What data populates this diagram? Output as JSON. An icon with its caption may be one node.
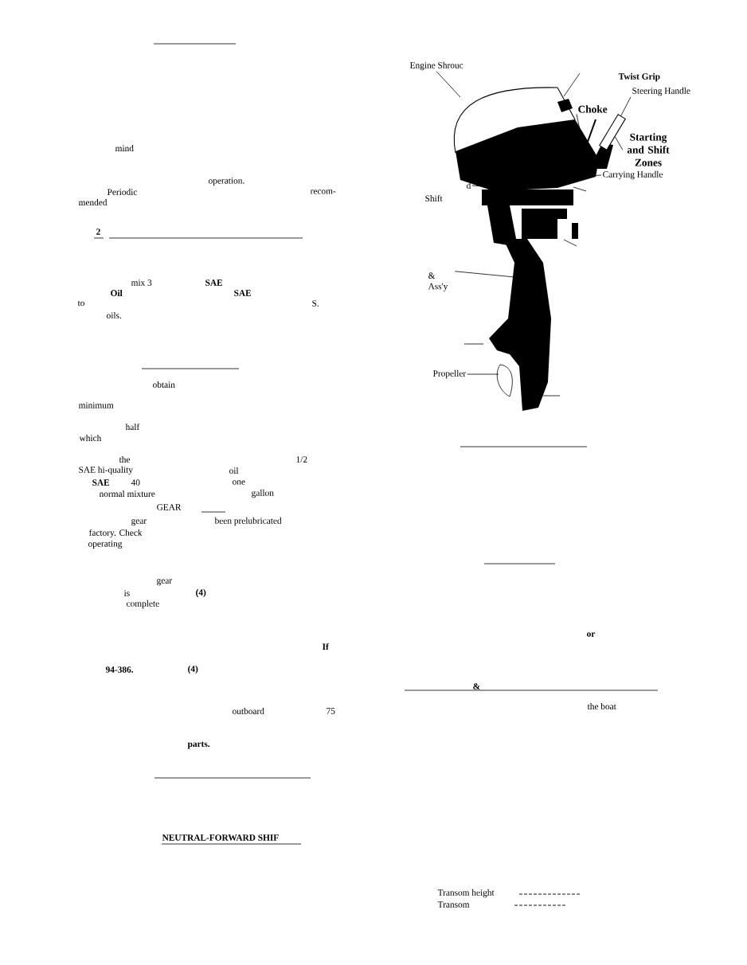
{
  "diagram": {
    "nodes": [
      {
        "text": [
          "Engine Shrouc"
        ]
      },
      {
        "text": [
          "Steering Handle"
        ]
      },
      {
        "text": [
          "Choke"
        ]
      },
      {
        "text": [
          "Starting and Shift Zones"
        ]
      },
      {
        "text": [
          "Carrying Handle"
        ]
      },
      {
        "text": [
          "d"
        ]
      },
      {
        "text": [
          "& Ass'y"
        ]
      },
      {
        "text": [
          "Propeller"
        ]
      },
      {
        "text": [],
        "shape": "picture"
      }
    ],
    "edges": [
      {
        "from": 0,
        "to": null,
        "arrow": "none"
      },
      {
        "from": 1,
        "to": 8,
        "arrow": "none"
      },
      {
        "from": 2,
        "to": null,
        "arrow": "none"
      },
      {
        "from": 3,
        "to": 8,
        "arrow": "none"
      },
      {
        "from": 4,
        "to": null,
        "arrow": "none"
      },
      {
        "from": 5,
        "to": null,
        "arrow": "none"
      },
      {
        "from": 6,
        "to": null,
        "arrow": "none"
      },
      {
        "from": 7,
        "to": null,
        "arrow": "none"
      }
    ],
    "labels": [
      "mind",
      "operation.",
      "Periodic",
      "recom-",
      "mended",
      "2",
      "mix 3",
      "SAE",
      "Oil",
      "SAE",
      "to",
      "S.",
      "oils.",
      "obtain",
      "minimum",
      "half",
      "which",
      "the",
      "1/2",
      "SAE hi-quality",
      "oil",
      "SAE",
      "40",
      "one",
      "normal mixture",
      "gallon",
      "GEAR",
      "gear",
      "been prelubricated",
      "factory. Check",
      "operating",
      "gear",
      "is",
      "(4)",
      "complete",
      "If",
      "94-386.",
      "(4)",
      "outboard",
      "75",
      "parts.",
      "NEUTRAL-FORWARD SHIF",
      "Twist Grip",
      "Shift",
      "or",
      "&",
      "the boat",
      "Transom height",
      "Transom"
    ]
  }
}
